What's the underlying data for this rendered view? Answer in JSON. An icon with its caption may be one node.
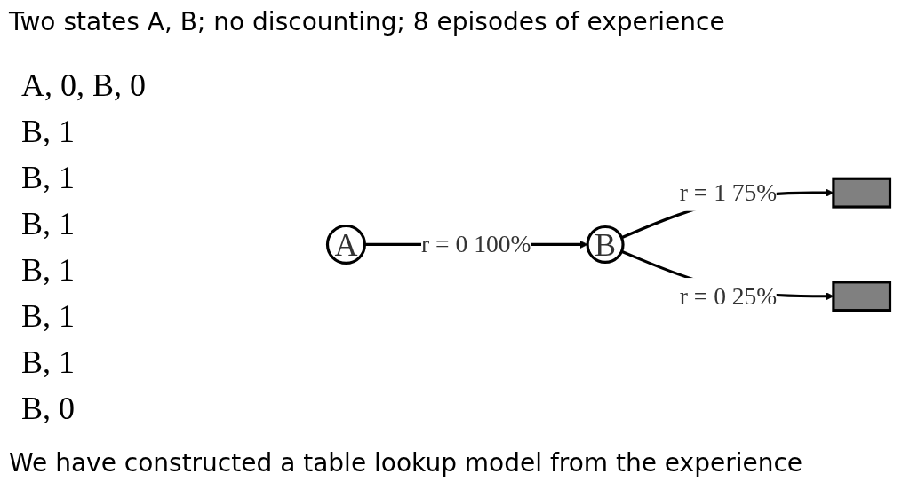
{
  "diagram": {
    "title": "Two states A, B; no discounting; 8 episodes of experience",
    "caption": "We have constructed a table lookup model from the experience",
    "nodes": [
      {
        "text": [
          "A"
        ]
      },
      {
        "text": [
          "B"
        ]
      },
      {
        "text": [],
        "shape": "box"
      },
      {
        "text": [],
        "shape": "box"
      }
    ],
    "edges": [
      {
        "from": 0,
        "to": 1,
        "arrow": "to",
        "label": "r = 0 100%"
      },
      {
        "from": 1,
        "to": 2,
        "arrow": "to",
        "label": "r = 1 75%"
      },
      {
        "from": 1,
        "to": 3,
        "arrow": "to",
        "label": "r = 0 25%"
      }
    ],
    "labels": [
      "A, 0, B, 0",
      "B, 1",
      "B, 1",
      "B, 1",
      "B, 1",
      "B, 1",
      "B, 1",
      "B, 0"
    ]
  }
}
